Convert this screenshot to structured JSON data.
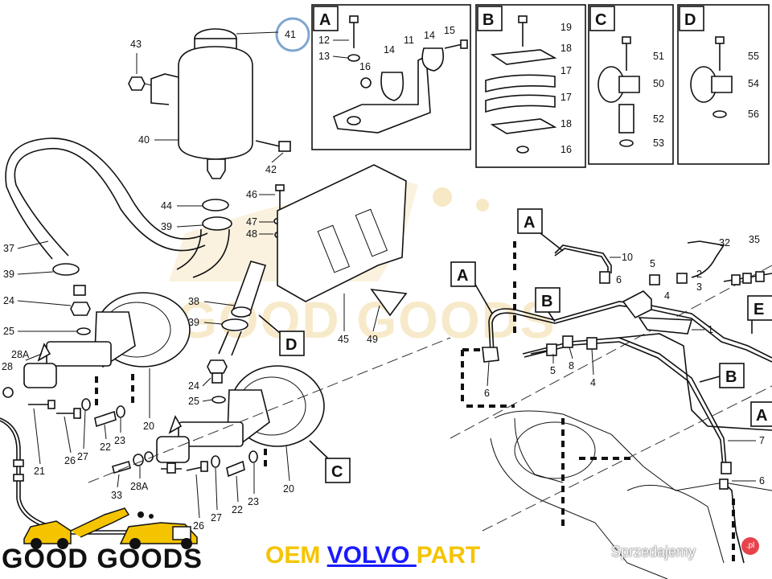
{
  "callouts": {
    "c41": "41",
    "c43": "43",
    "c40": "40",
    "c42": "42",
    "c44": "44",
    "c39a": "39",
    "c46": "46",
    "c47": "47",
    "c48": "48",
    "c37": "37",
    "c39b": "39",
    "c24a": "24",
    "c25a": "25",
    "c28Aa": "28A",
    "c28": "28",
    "c20a": "20",
    "c38": "38",
    "c39c": "39",
    "c45": "45",
    "c49": "49",
    "c24b": "24",
    "c25b": "25",
    "c21": "21",
    "c26a": "26",
    "c27a": "27",
    "c22a": "22",
    "c23a": "23",
    "c33": "33",
    "c28Ab": "28A",
    "c26b": "26",
    "c27b": "27",
    "c22b": "22",
    "c23b": "23",
    "c20b": "20",
    "c12": "12",
    "c13": "13",
    "c16": "16",
    "c14a": "14",
    "c11": "11",
    "c14b": "14",
    "c15": "15",
    "c19": "19",
    "c18a": "18",
    "c17a": "17",
    "c17b": "17",
    "c18b": "18",
    "c16b": "16",
    "c51": "51",
    "c50": "50",
    "c52": "52",
    "c53": "53",
    "c55": "55",
    "c54": "54",
    "c56": "56",
    "c10": "10",
    "c6a": "6",
    "c5a": "5",
    "c2": "2",
    "c3": "3",
    "c32": "32",
    "c35": "35",
    "c4a": "4",
    "c1": "1",
    "c5b": "5",
    "c8": "8",
    "c4b": "4",
    "c6b": "6",
    "c7": "7",
    "c6c": "6"
  },
  "box_labels": {
    "detail_a": "A",
    "detail_b": "B",
    "detail_c": "C",
    "detail_d": "D",
    "ref_a_upper": "A",
    "ref_a_left": "A",
    "ref_b_mid": "B",
    "ref_d": "D",
    "ref_c": "C",
    "ref_e": "E",
    "ref_b_right": "B",
    "ref_a_right": "A"
  },
  "watermark": "GOOD GOODS",
  "brand": {
    "name": "GOOD GOODS"
  },
  "footer": {
    "oem_prefix": "OEM ",
    "make": "VOLVO ",
    "oem_suffix": "PART"
  },
  "site": {
    "text": "Sprzedajemy",
    "badge": ".pl"
  },
  "colors": {
    "highlight_circle": "#7fa6cf",
    "brand_yellow": "#f5c400",
    "link_blue": "#1a1aff",
    "watermark": "#f2d9a0"
  }
}
